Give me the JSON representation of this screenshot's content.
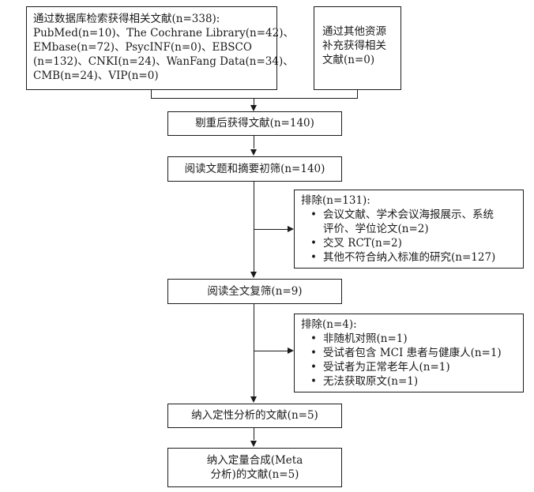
{
  "db_box": {
    "lines": [
      "通过数据库检索获得相关文献(n=338):",
      "PubMed(n=10)、The Cochrane Library(n=42)、",
      "EMbase(n=72)、PsycINF(n=0)、EBSCO",
      "(n=132)、CNKI(n=24)、WanFang Data(n=34)、",
      "CMB(n=24)、VIP(n=0)"
    ]
  },
  "other_box": {
    "lines": [
      "通过其他资源",
      "补充获得相关",
      "文献(n=0)"
    ]
  },
  "dedup_box": {
    "text": "剔重后获得文献(n=140)"
  },
  "title_screen_box": {
    "text": "阅读文题和摘要初筛(n=140)"
  },
  "exclude1": {
    "header": "排除(n=131):",
    "items": [
      {
        "line1": "会议文献、学术会议海报展示、系统",
        "line2": "评价、学位论文(n=2)"
      },
      {
        "line1": "交叉 RCT(n=2)"
      },
      {
        "line1": "其他不符合纳入标准的研究(n=127)"
      }
    ]
  },
  "fulltext_box": {
    "text": "阅读全文复筛(n=9)"
  },
  "exclude2": {
    "header": "排除(n=4):",
    "items": [
      "非随机对照(n=1)",
      "受试者包含 MCI 患者与健康人(n=1)",
      "受试者为正常老年人(n=1)",
      "无法获取原文(n=1)"
    ]
  },
  "qualitative_box": {
    "text": "纳入定性分析的文献(n=5)"
  },
  "meta_box": {
    "lines": [
      "纳入定量合成(Meta",
      "分析)的文献(n=5)"
    ]
  }
}
